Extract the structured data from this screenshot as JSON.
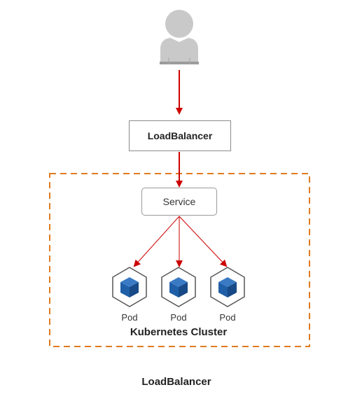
{
  "diagram": {
    "load_balancer_label": "LoadBalancer",
    "service_label": "Service",
    "pods": [
      {
        "label": "Pod"
      },
      {
        "label": "Pod"
      },
      {
        "label": "Pod"
      }
    ],
    "cluster_label": "Kubernetes Cluster",
    "caption": "LoadBalancer"
  },
  "colors": {
    "arrow": "#cc0000",
    "cluster_border": "#e07b20",
    "pod_cube": "#1f5fa8",
    "user_icon": "#c8c8c8"
  },
  "icons": {
    "user": "user-icon",
    "pod": "kubernetes-pod-icon"
  }
}
